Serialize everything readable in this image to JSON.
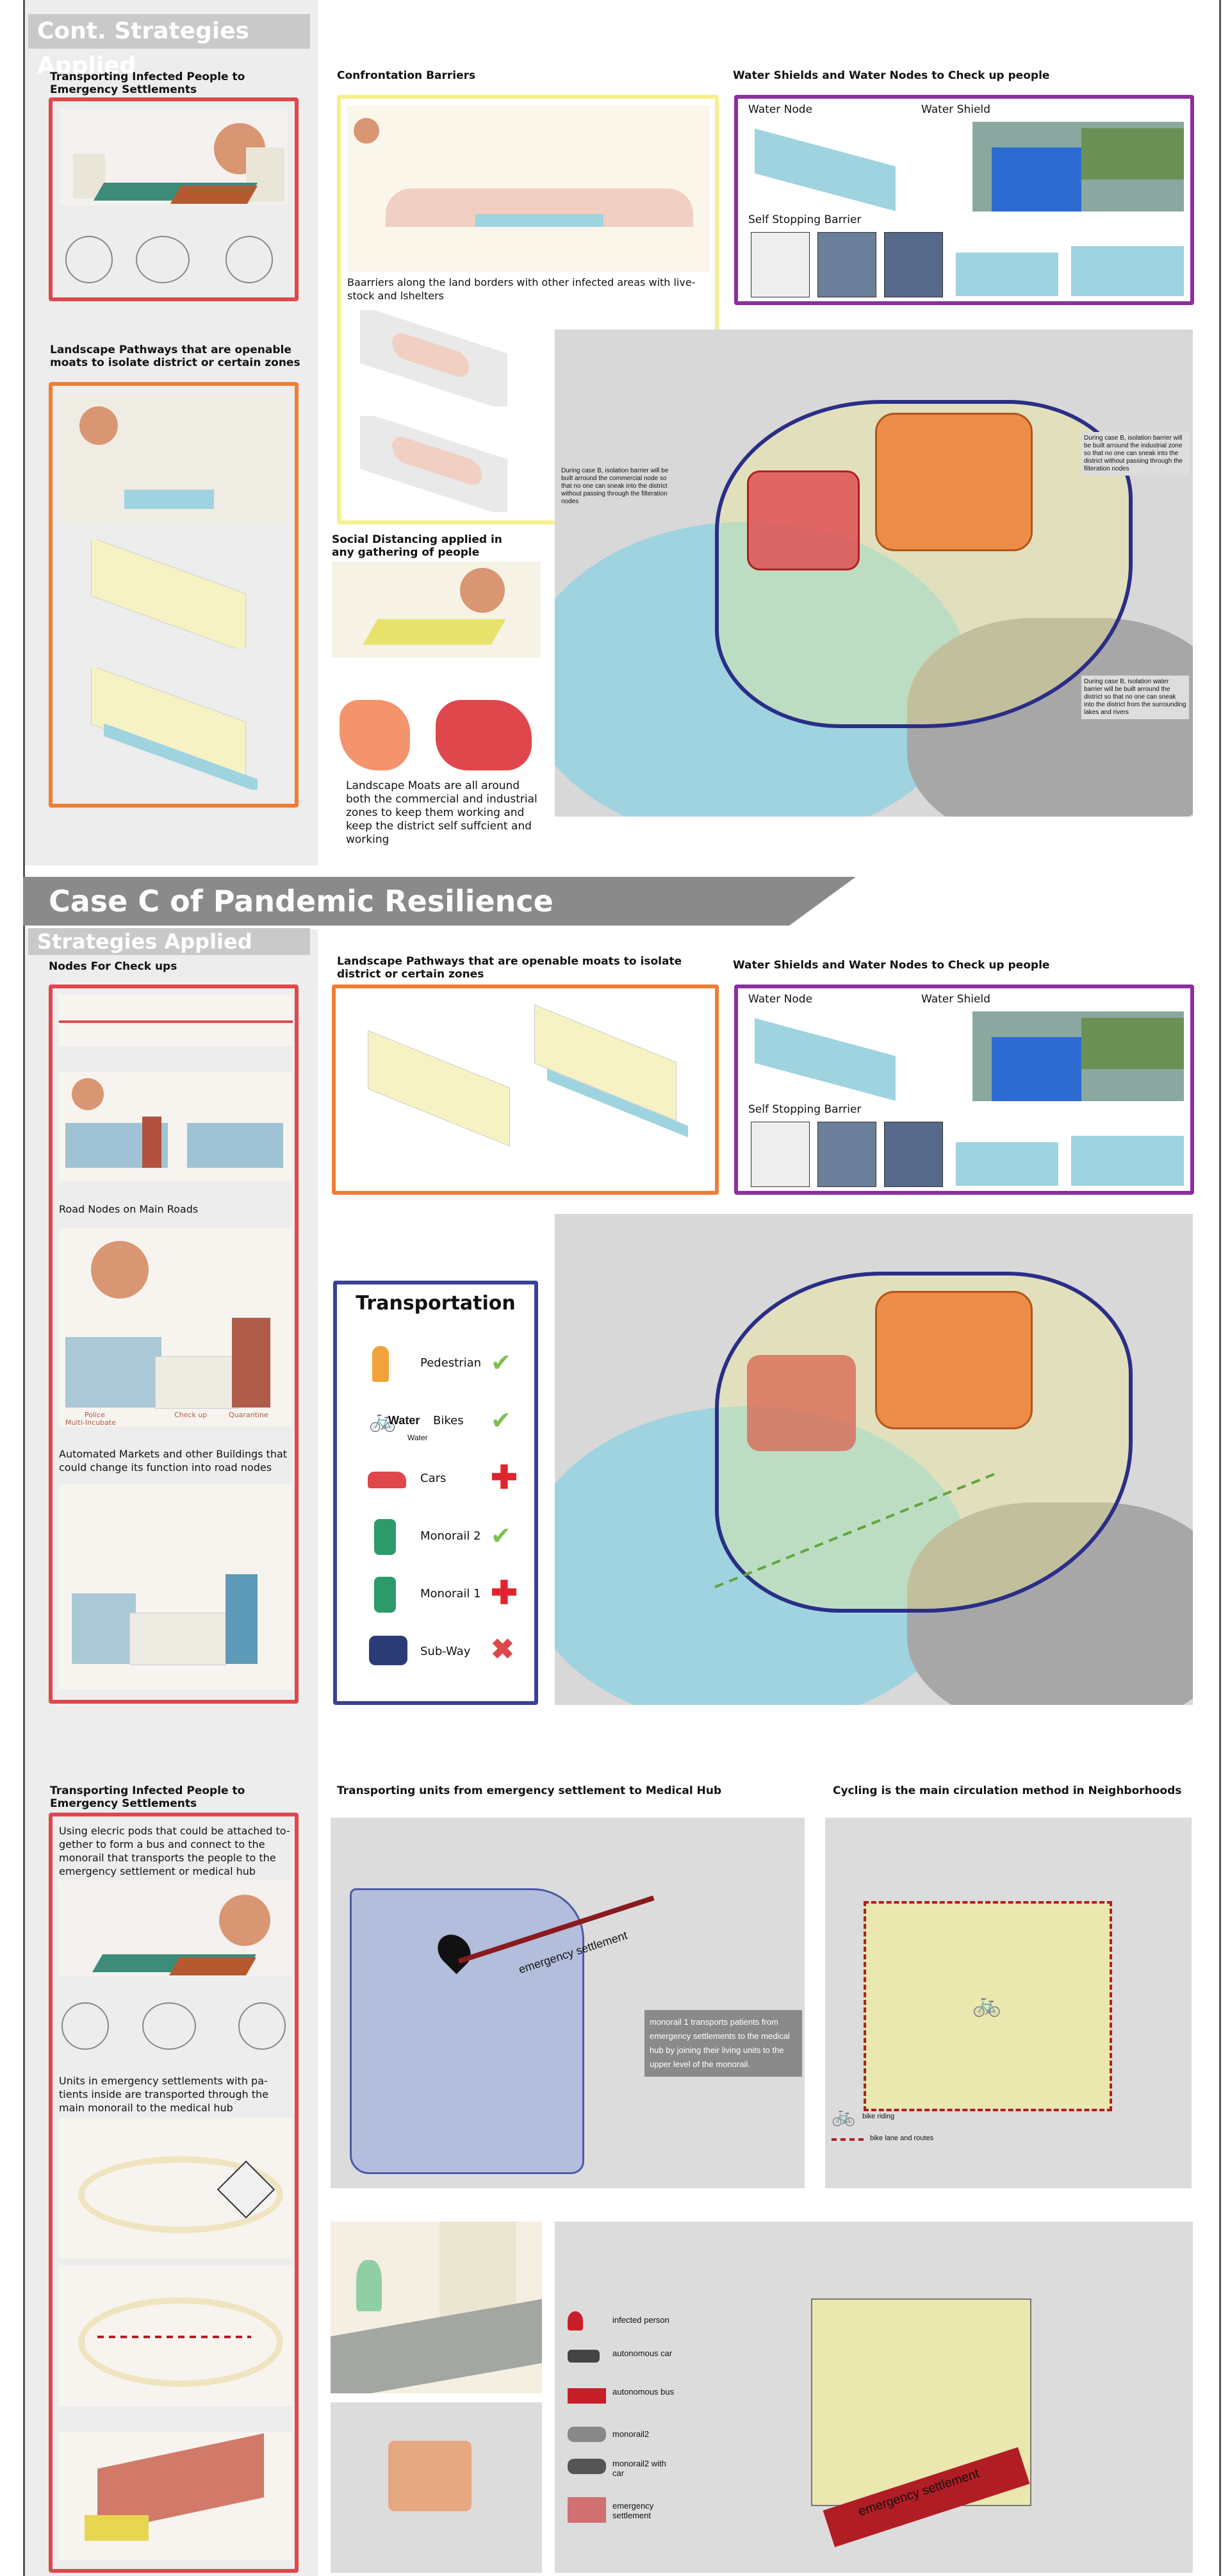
{
  "section1": {
    "banner": "Cont. Strategies Applied",
    "transport_infected_title": "Transporting Infected People to Emergency Settlements",
    "landscape_pathways_title": "Landscape Pathways that are openable moats to isolate district or certain zones",
    "confrontation_title": "Confrontation Barriers",
    "confrontation_caption": "Baarriers along the land borders with other infected areas with live-stock and lshelters",
    "social_distancing_title": "Social Distancing applied in any gathering of people",
    "moats_caption": "Landscape Moats are all around both the commercial and industrial zones to keep them working and keep the district self suffcient and working",
    "water_title": "Water Shields and Water Nodes to Check up people",
    "water_node": "Water Node",
    "water_shield": "Water Shield",
    "self_stopping": "Self Stopping Barrier",
    "map_note_left": "During case B, isolation barrier will be built arround the commercial node so that no one can sneak into the district without passing through the filteration nodes",
    "map_note_right_top": "During case B, isolation barrier will be built arround the industrial zone so that no one can sneak into the district without passing through the filteration nodes",
    "map_note_right_bottom": "During case B, isolation water barrier will be built arround the district so that no one can sneak into the district from the surrounding lakes and rivers"
  },
  "section2": {
    "case_banner": "Case C of Pandemic Resilience",
    "banner": "Strategies Applied",
    "nodes_title": "Nodes For Check ups",
    "road_nodes": "Road Nodes on Main Roads",
    "automated_markets": "Automated Markets and other Buildings that could change its function into road nodes",
    "landscape_pathways_title": "Landscape Pathways that are openable moats to isolate district or certain zones",
    "water_title": "Water Shields and Water Nodes to Check up people",
    "water_node": "Water Node",
    "water_shield": "Water Shield",
    "self_stopping": "Self Stopping Barrier",
    "nodes_diagram_labels": [
      "Police",
      "Check up",
      "Quarantine",
      "Multi-Incubate"
    ],
    "transportation": {
      "title": "Transportation",
      "water_over": "Water",
      "water_under": "Water",
      "rows": [
        {
          "label": "Pedestrian",
          "status": "check"
        },
        {
          "label": "Bikes",
          "status": "check"
        },
        {
          "label": "Cars",
          "status": "cross"
        },
        {
          "label": "Monorail 2",
          "status": "check"
        },
        {
          "label": "Monorail 1",
          "status": "cross"
        },
        {
          "label": "Sub-Way",
          "status": "x"
        }
      ]
    }
  },
  "section3": {
    "transport_infected_title": "Transporting Infected People to Emergency Settlements",
    "pods_text": "Using elecric pods that could be attached to-gether to form a bus and connect to the monorail that transports the people to the emergency settlement or medical hub",
    "units_text": "Units in emergency settlements with pa-tients inside are transported through the main monorail to the medical hub",
    "medical_hub_title": "Transporting units from emergency settlement to Medical Hub",
    "monorail_note": "monorail 1 transports patients from emergency settlements to the medical hub by joining their living units to the upper level of the monorail.",
    "emergency_label": "emergency settlement",
    "cycling_title": "Cycling is the main circulation method in Neighborhoods",
    "bike_riding": "bike riding",
    "bike_lane": "bike lane and routes",
    "legend": {
      "infected": "infected person",
      "autonomous_car": "autonomous car",
      "autonomous_bus": "autonomous bus",
      "monorail2": "monorail2",
      "monorail2_car": "monorail2 with car",
      "emergency": "emergency settlement"
    },
    "emergency_big": "emergency settlement"
  },
  "colors": {
    "red": "#e0474c",
    "orange": "#ef7d34",
    "yellow": "#f5f08a",
    "purple": "#8b2f9e",
    "navy": "#3b3f9a",
    "banner_grey": "#c9c9c9",
    "case_grey": "#8a8a8a",
    "water": "#9fd3e0"
  }
}
